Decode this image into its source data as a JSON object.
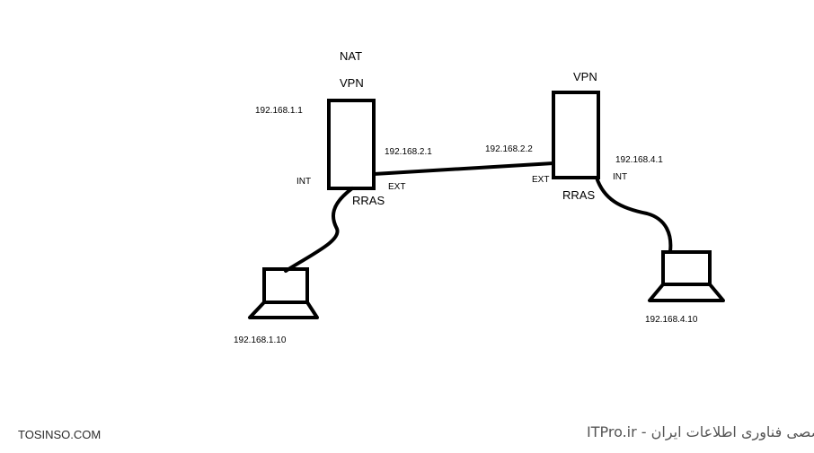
{
  "left_router": {
    "title_top": "NAT",
    "title": "VPN",
    "name": "RRAS",
    "ip_int": "192.168.1.1",
    "ip_ext": "192.168.2.1",
    "port_int": "INT",
    "port_ext": "EXT"
  },
  "right_router": {
    "title": "VPN",
    "name": "RRAS",
    "ip_ext": "192.168.2.2",
    "ip_int": "192.168.4.1",
    "port_ext": "EXT",
    "port_int": "INT"
  },
  "left_client": {
    "ip": "192.168.1.10"
  },
  "right_client": {
    "ip": "192.168.4.10"
  },
  "watermark": {
    "left": "TOSINSO.COM",
    "center": "وب سایت تخصصی فناوری اطلاعات ایران - ITPro.ir"
  }
}
